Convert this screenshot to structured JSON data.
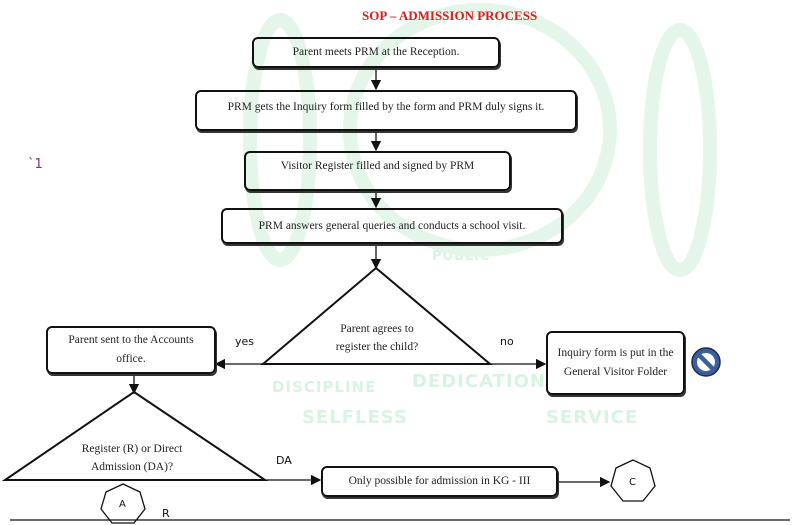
{
  "title": "SOP – ADMISSION PROCESS",
  "margin_mark": "`1",
  "watermark": {
    "words": [
      "DISCIPLINE",
      "DEDICATION",
      "SELFLESS",
      "SERVICE",
      "PUBLIC"
    ],
    "color": "#d8f3e3"
  },
  "steps": [
    "Parent meets PRM at the Reception.",
    "PRM gets the Inquiry form filled by the form and PRM duly signs it.",
    "Visitor Register filled and signed by PRM",
    "PRM answers general queries and conducts a school visit."
  ],
  "decision1": {
    "text": "Parent agrees to register the child?",
    "yes": "yes",
    "no": "no"
  },
  "yes_box": "Parent sent to the Accounts office.",
  "no_box": "Inquiry form is put in the General Visitor Folder",
  "no_icon": "prohibited-icon",
  "decision2": {
    "text": "Register (R) or Direct Admission (DA)?",
    "da": "DA",
    "r": "R"
  },
  "da_box": "Only possible for admission in KG - III",
  "connectors": {
    "c": "C",
    "a": "A"
  },
  "colors": {
    "title": "#d42020",
    "icon": "#3b5f9e"
  }
}
